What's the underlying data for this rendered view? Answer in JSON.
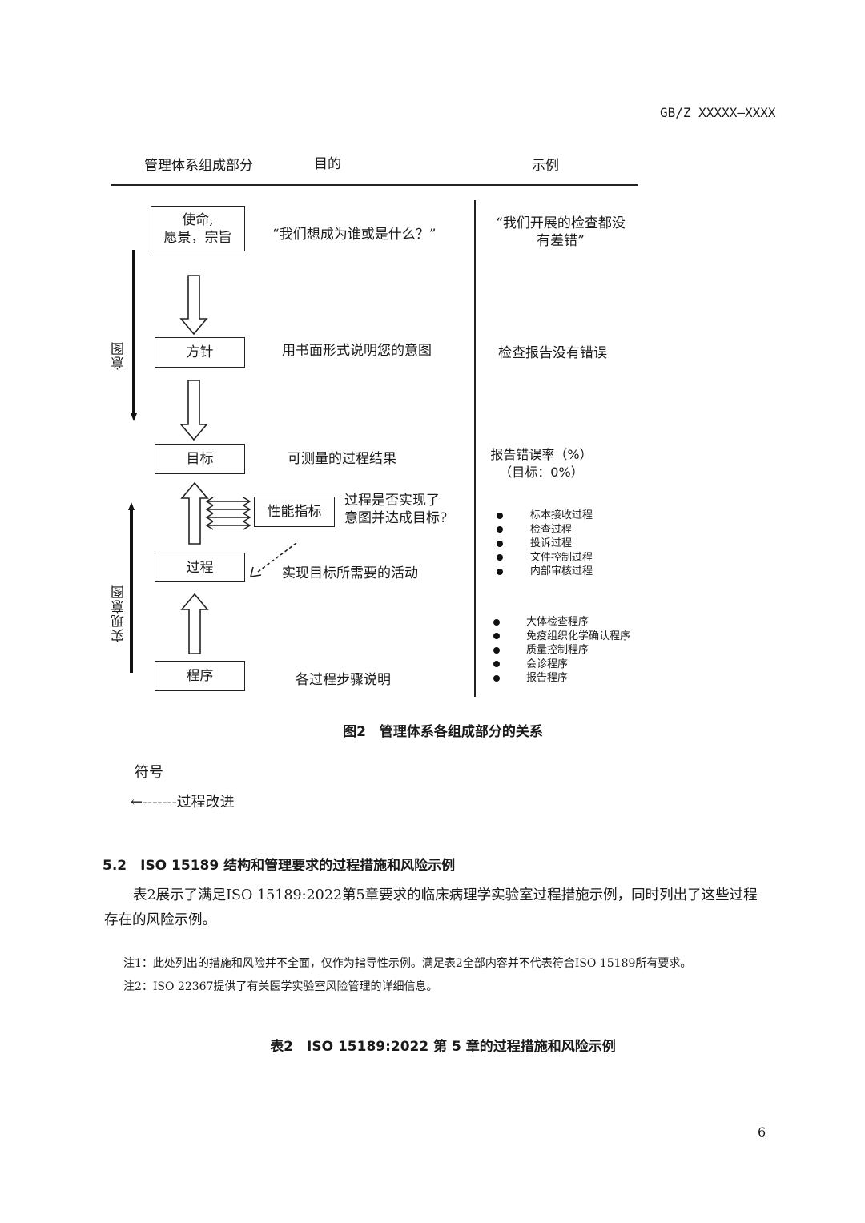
{
  "header": {
    "doc_code": "GB/Z XXXXX—XXXX"
  },
  "figure": {
    "columns": {
      "component": "管理体系组成部分",
      "purpose": "目的",
      "example": "示例"
    },
    "side_labels": {
      "intent": "意图",
      "realize": "实现意图"
    },
    "boxes": {
      "mission_line1": "使命,",
      "mission_line2": "愿景，宗旨",
      "policy": "方针",
      "objective": "目标",
      "indicator": "性能指标",
      "process": "过程",
      "procedure": "程序"
    },
    "purposes": {
      "mission": "“我们想成为谁或是什么？”",
      "policy": "用书面形式说明您的意图",
      "objective": "可测量的过程结果",
      "indicator_line1": "过程是否实现了",
      "indicator_line2": "意图并达成目标?",
      "process": "实现目标所需要的活动",
      "procedure": "各过程步骤说明"
    },
    "examples": {
      "mission_line1": "“我们开展的检查都没",
      "mission_line2": "有差错”",
      "policy": "检查报告没有错误",
      "objective_line1": "报告错误率（%）",
      "objective_line2": "（目标：0%）",
      "process_items": [
        "标本接收过程",
        "检查过程",
        "投诉过程",
        "文件控制过程",
        "内部审核过程"
      ],
      "procedure_items": [
        "大体检查程序",
        "免疫组织化学确认程序",
        "质量控制程序",
        "会诊程序",
        "报告程序"
      ]
    },
    "caption": "图2　管理体系各组成部分的关系"
  },
  "symbol": {
    "title": "符号",
    "legend": "←-------过程改进"
  },
  "section": {
    "heading": "5.2　ISO 15189 结构和管理要求的过程措施和风险示例",
    "para_line1": "表2展示了满足ISO 15189:2022第5章要求的临床病理学实验室过程措施示例，同时列出了这些过程",
    "para_line2": "存在的风险示例。",
    "note1": "注1：此处列出的措施和风险并不全面，仅作为指导性示例。满足表2全部内容并不代表符合ISO 15189所有要求。",
    "note2": "注2：ISO 22367提供了有关医学实验室风险管理的详细信息。",
    "table_caption": "表2　ISO 15189:2022 第 5 章的过程措施和风险示例"
  },
  "footer": {
    "page_number": "6"
  }
}
